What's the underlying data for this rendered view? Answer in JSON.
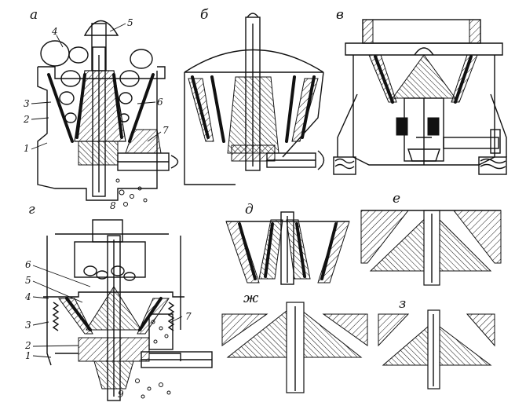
{
  "panels": {
    "a": {
      "letter": "а",
      "labels": [
        "1",
        "2",
        "3",
        "4",
        "5",
        "6",
        "7"
      ]
    },
    "b": {
      "letter": "б"
    },
    "v": {
      "letter": "в"
    },
    "g": {
      "letter": "г",
      "labels": [
        "1",
        "2",
        "3",
        "4",
        "5",
        "6",
        "7",
        "8",
        "9"
      ]
    },
    "d": {
      "letter": "д"
    },
    "e": {
      "letter": "е"
    },
    "zh": {
      "letter": "ж"
    },
    "z": {
      "letter": "з"
    }
  }
}
